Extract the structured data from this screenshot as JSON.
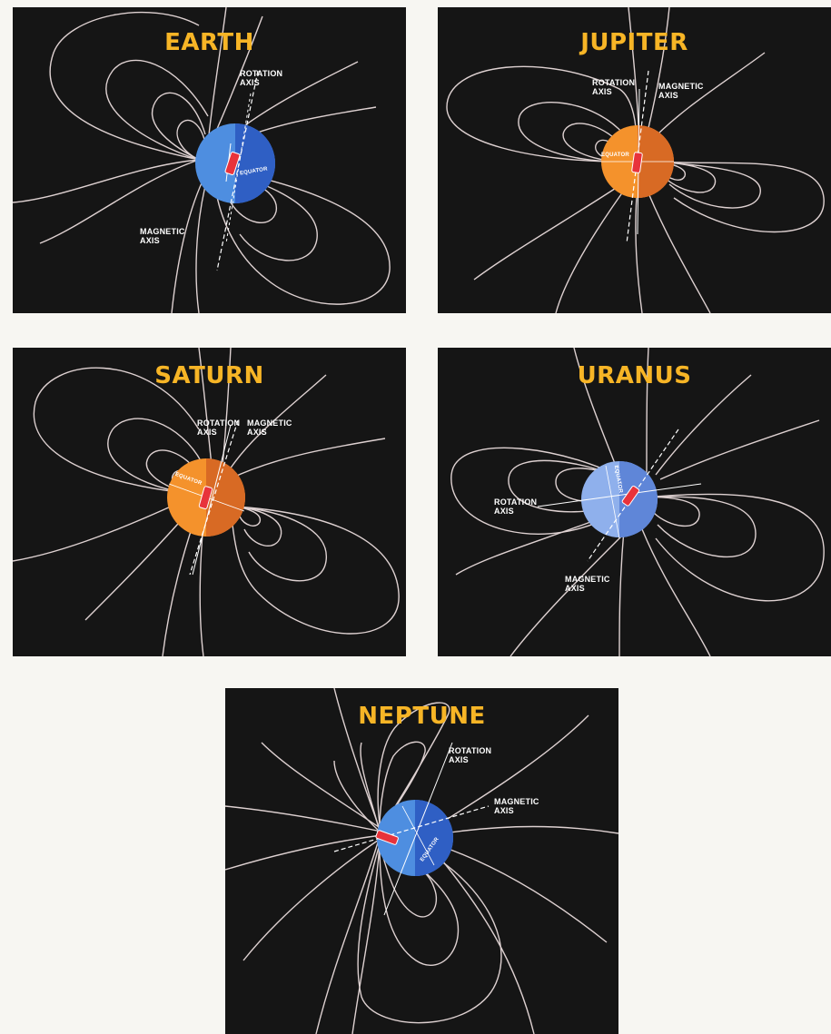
{
  "colors": {
    "background": "#151515",
    "title": "#f7b526",
    "field_line": "#f4e6e6",
    "earth_light": "#4e8ee0",
    "earth_dark": "#2f5fc4",
    "orange_light": "#f4922c",
    "orange_dark": "#d86a24",
    "uranus_light": "#8fb0ec",
    "uranus_dark": "#5f86d8",
    "magnet": "#e8333b"
  },
  "panels": [
    {
      "title": "EARTH",
      "labels": {
        "rotation": "ROTATION",
        "rotation2": "AXIS",
        "magnetic": "MAGNETIC",
        "magnetic2": "AXIS",
        "equator": "EQUATOR"
      }
    },
    {
      "title": "JUPITER",
      "labels": {
        "rotation": "ROTATION",
        "rotation2": "AXIS",
        "magnetic": "MAGNETIC",
        "magnetic2": "AXIS",
        "equator": "EQUATOR"
      }
    },
    {
      "title": "SATURN",
      "labels": {
        "rotation": "ROTATION",
        "rotation2": "AXIS",
        "magnetic": "MAGNETIC",
        "magnetic2": "AXIS",
        "equator": "EQUATOR"
      }
    },
    {
      "title": "URANUS",
      "labels": {
        "rotation": "ROTATION",
        "rotation2": "AXIS",
        "magnetic": "MAGNETIC",
        "magnetic2": "AXIS",
        "equator": "EQUATOR"
      }
    },
    {
      "title": "NEPTUNE",
      "labels": {
        "rotation": "ROTATION",
        "rotation2": "AXIS",
        "magnetic": "MAGNETIC",
        "magnetic2": "AXIS",
        "equator": "EQUATOR"
      }
    }
  ]
}
